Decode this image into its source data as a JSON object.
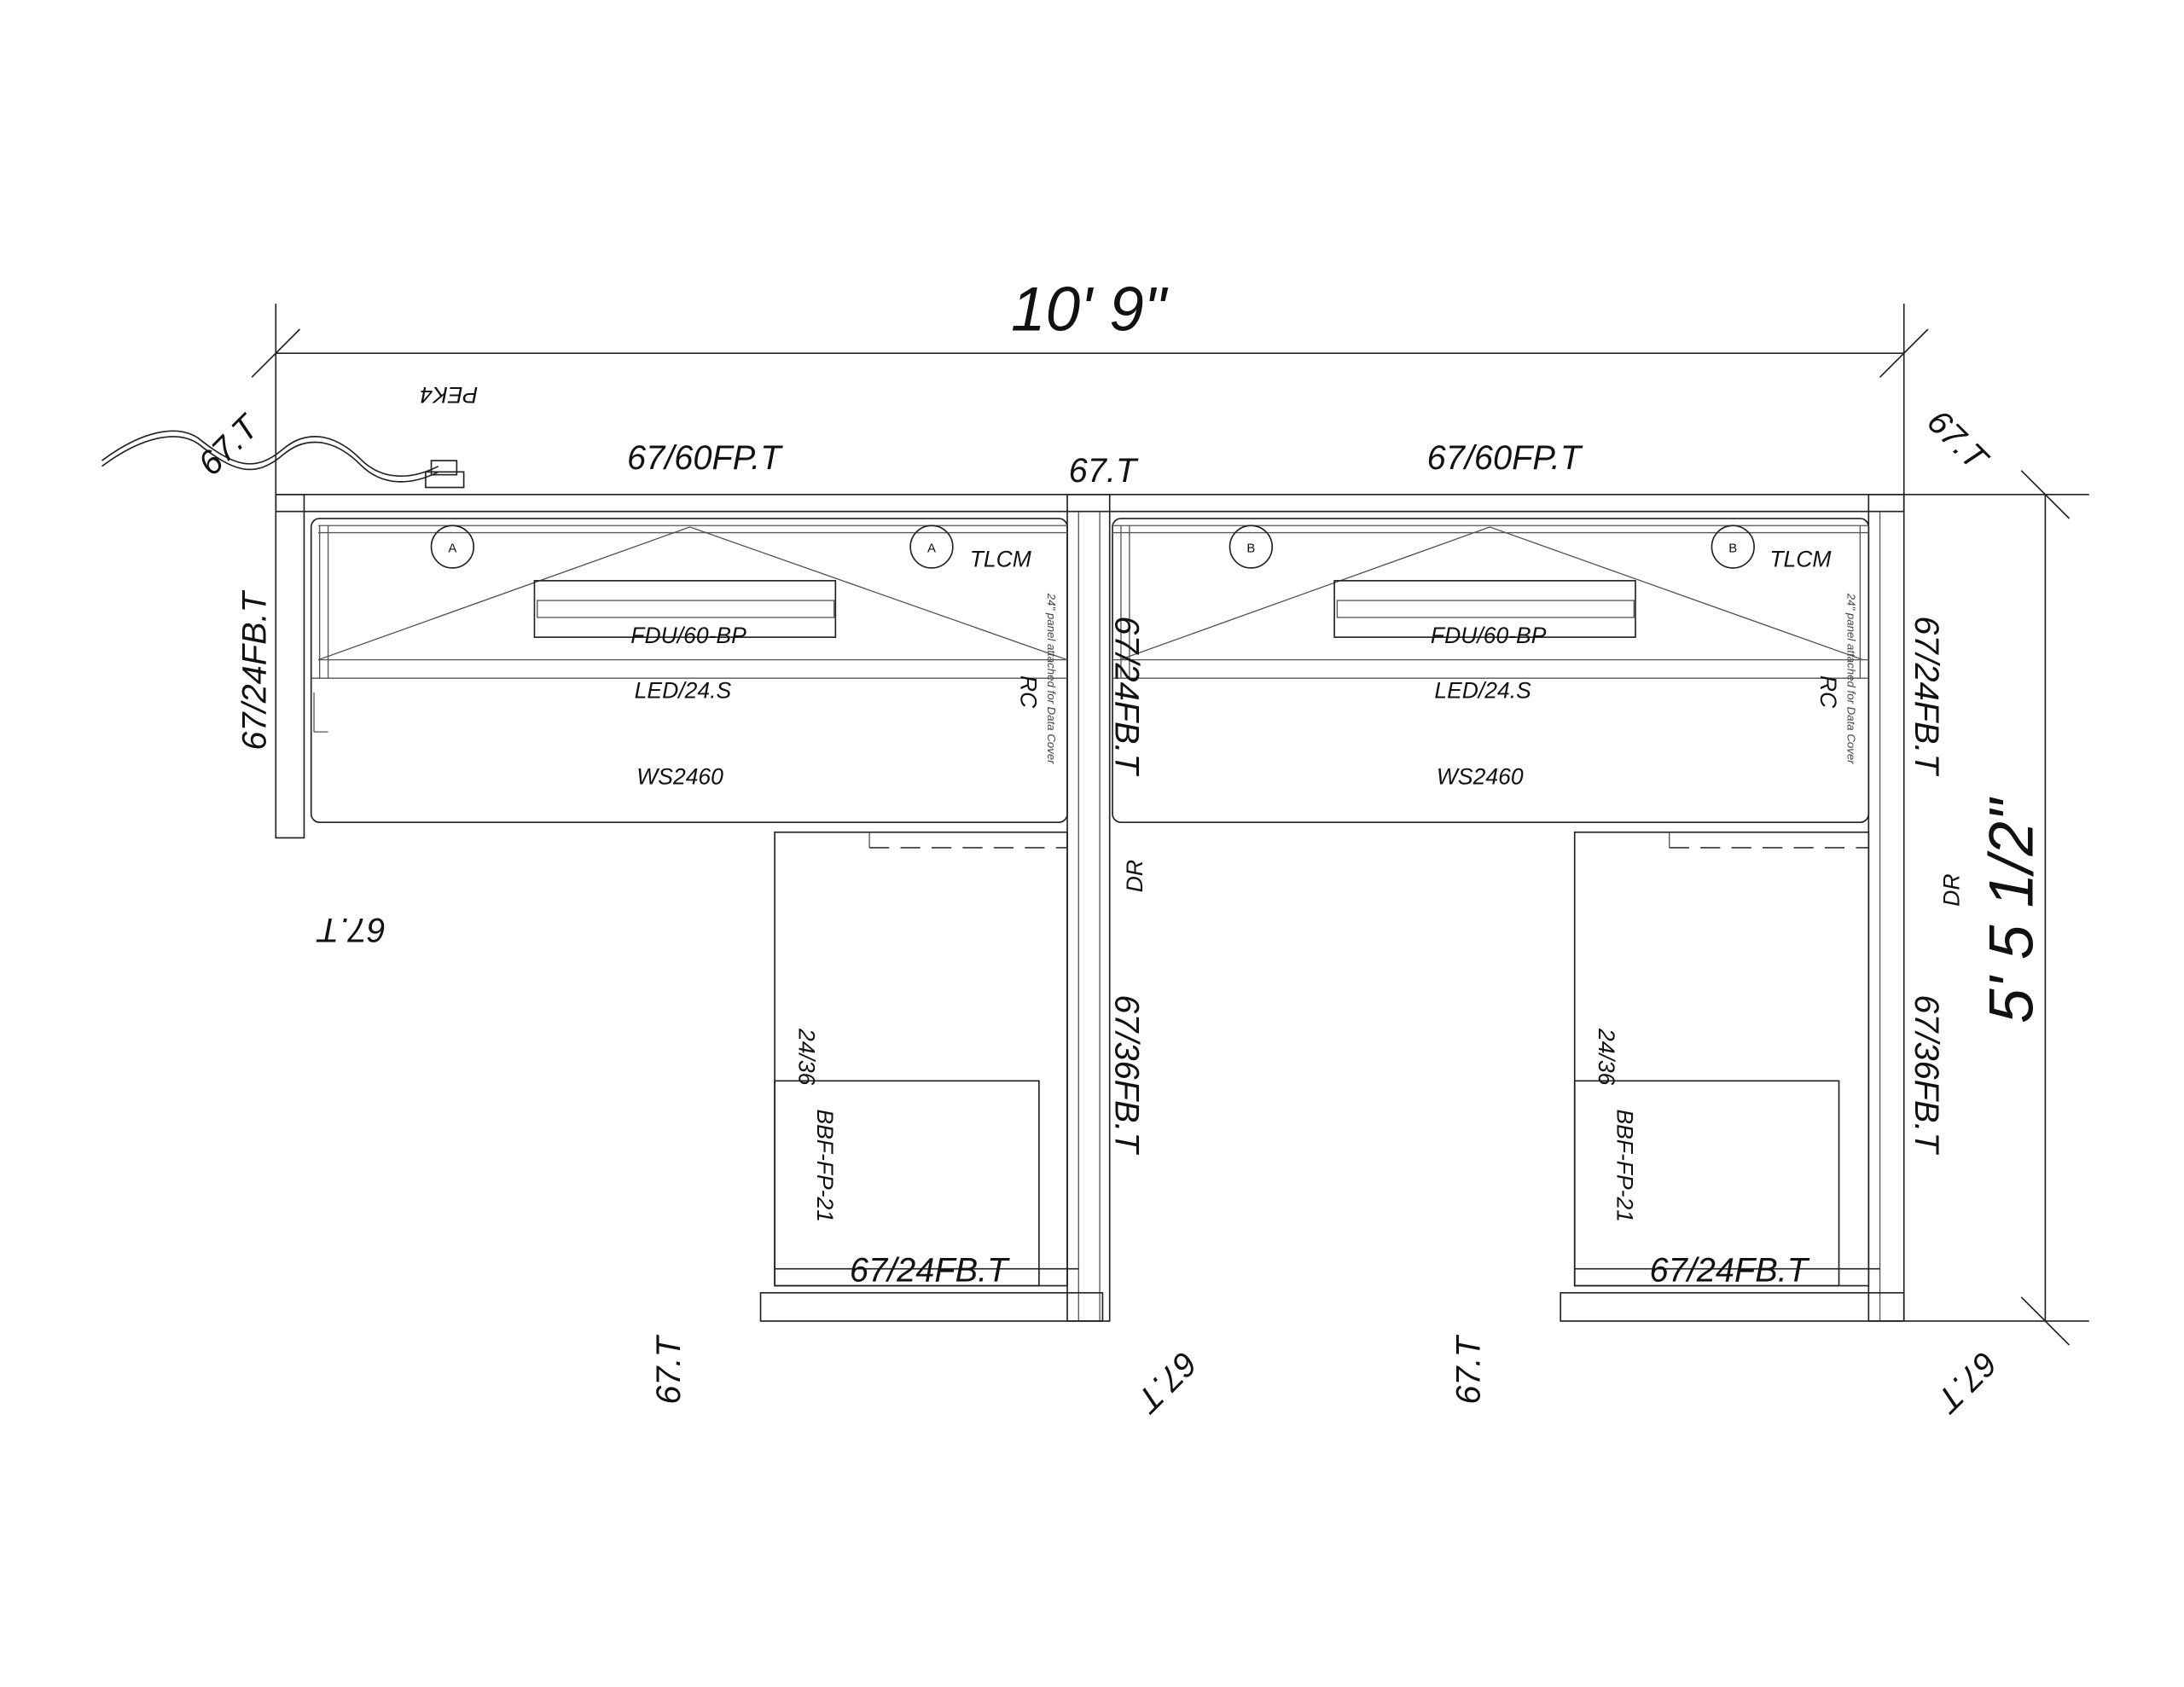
{
  "dimensions": {
    "width": "10' 9\"",
    "depth": "5' 5 1/2\""
  },
  "labels": {
    "panel_67t": "67.T",
    "fp_top": "67/60FP.T",
    "fb_24": "67/24FB.T",
    "fb_36": "67/36FB.T",
    "tlcm": "TLCM",
    "fdu": "FDU/60-BP",
    "led": "LED/24.S",
    "ws": "WS2460",
    "rc": "RC",
    "dr": "DR",
    "size_2436": "24/36",
    "bbf": "BBF-FP-21",
    "pek": "PEK4",
    "data_cover_note": "24\" panel attached for Data Cover",
    "light_a": "A",
    "light_b": "B"
  }
}
